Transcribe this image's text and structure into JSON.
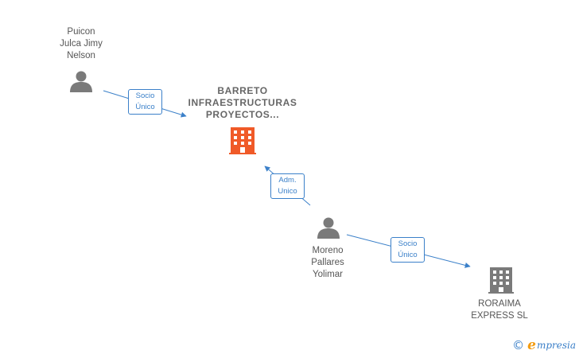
{
  "colors": {
    "person": "#7a7a7a",
    "main_company": "#f05a28",
    "company": "#7a7a7a",
    "edge": "#3b80c9"
  },
  "nodes": [
    {
      "id": "puicon",
      "type": "person",
      "label": "Puicon\nJulca Jimy\nNelson"
    },
    {
      "id": "barreto",
      "type": "main-company",
      "label": "BARRETO\nINFRAESTRUCTURAS\nPROYECTOS..."
    },
    {
      "id": "moreno",
      "type": "person",
      "label": "Moreno\nPallares\nYolimar"
    },
    {
      "id": "roraima",
      "type": "company",
      "label": "RORAIMA\nEXPRESS  SL"
    }
  ],
  "edges": [
    {
      "from": "puicon",
      "to": "barreto",
      "label": "Socio\nÚnico"
    },
    {
      "from": "moreno",
      "to": "barreto",
      "label": "Adm.\nUnico"
    },
    {
      "from": "moreno",
      "to": "roraima",
      "label": "Socio\nÚnico"
    }
  ],
  "brand": {
    "copyright_symbol": "©",
    "name_initial": "e",
    "name_rest": "mpresia"
  }
}
